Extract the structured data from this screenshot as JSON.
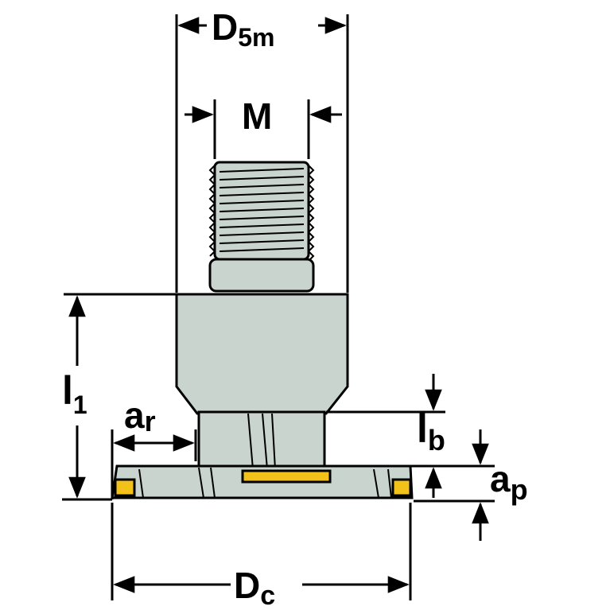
{
  "labels": {
    "d5m_main": "D",
    "d5m_sub": "5m",
    "m": "M",
    "l1_main": "l",
    "l1_sub": "1",
    "ar_main": "a",
    "ar_sub": "r",
    "lb_main": "l",
    "lb_sub": "b",
    "ap_main": "a",
    "ap_sub": "p",
    "dc_main": "D",
    "dc_sub": "c"
  },
  "colors": {
    "body": "#c8d4cd",
    "body_dark": "#9fb0a6",
    "outline": "#000000",
    "insert": "#f2c21a"
  }
}
